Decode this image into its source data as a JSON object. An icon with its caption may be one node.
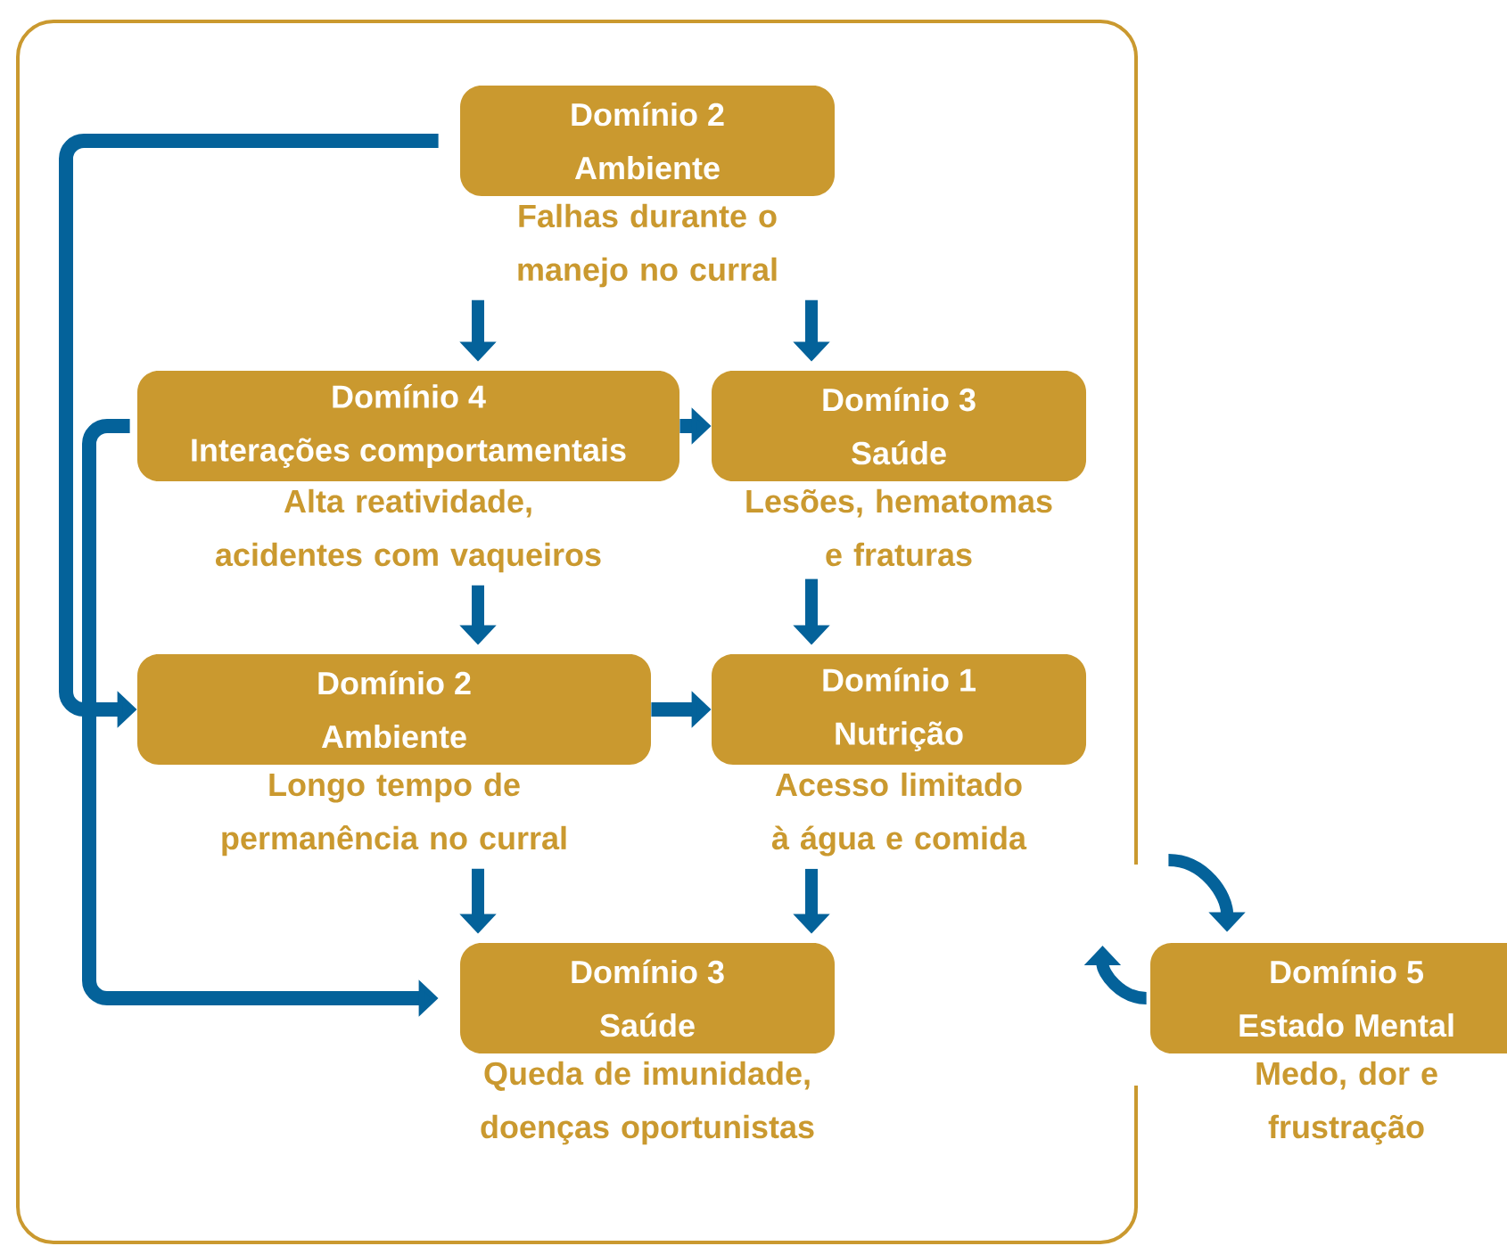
{
  "diagram": {
    "nodes": [
      {
        "text": [],
        "shape": "box"
      },
      {
        "text": [
          "Domínio 2",
          "Ambiente"
        ],
        "beside": [
          "Falhas durante o manejo no curral"
        ],
        "in": 0
      },
      {
        "text": [
          "Domínio 4",
          "Interações comportamentais"
        ],
        "beside": [
          "Alta reatividade, acidentes com vaqueiros"
        ],
        "in": 0
      },
      {
        "text": [
          "Domínio 3",
          "Saúde"
        ],
        "beside": [
          "Lesões, hematomas e fraturas"
        ],
        "in": 0
      },
      {
        "text": [
          "Domínio 2",
          "Ambiente"
        ],
        "beside": [
          "Longo tempo de permanência no curral"
        ],
        "in": 0
      },
      {
        "text": [
          "Domínio 1",
          "Nutrição"
        ],
        "beside": [
          "Acesso limitado à água e comida"
        ],
        "in": 0
      },
      {
        "text": [
          "Domínio 3",
          "Saúde"
        ],
        "beside": [
          "Queda de imunidade, doenças oportunistas"
        ],
        "in": 0
      },
      {
        "text": [
          "Domínio 5",
          "Estado Mental"
        ],
        "beside": [
          "Medo, dor e frustração"
        ]
      }
    ],
    "edges": [
      {
        "from": 1,
        "to": 2,
        "arrow": "to"
      },
      {
        "from": 1,
        "to": 3,
        "arrow": "to"
      },
      {
        "from": 2,
        "to": 3,
        "arrow": "to"
      },
      {
        "from": 2,
        "to": 4,
        "arrow": "to"
      },
      {
        "from": 3,
        "to": 5,
        "arrow": "to"
      },
      {
        "from": 4,
        "to": 5,
        "arrow": "to"
      },
      {
        "from": 4,
        "to": 6,
        "arrow": "to"
      },
      {
        "from": 5,
        "to": 6,
        "arrow": "to"
      },
      {
        "from": 1,
        "to": 4,
        "arrow": "to"
      },
      {
        "from": 2,
        "to": 6,
        "arrow": "to"
      },
      {
        "from": 0,
        "to": 7,
        "arrow": "to"
      },
      {
        "from": 7,
        "to": 0,
        "arrow": "to"
      }
    ]
  }
}
